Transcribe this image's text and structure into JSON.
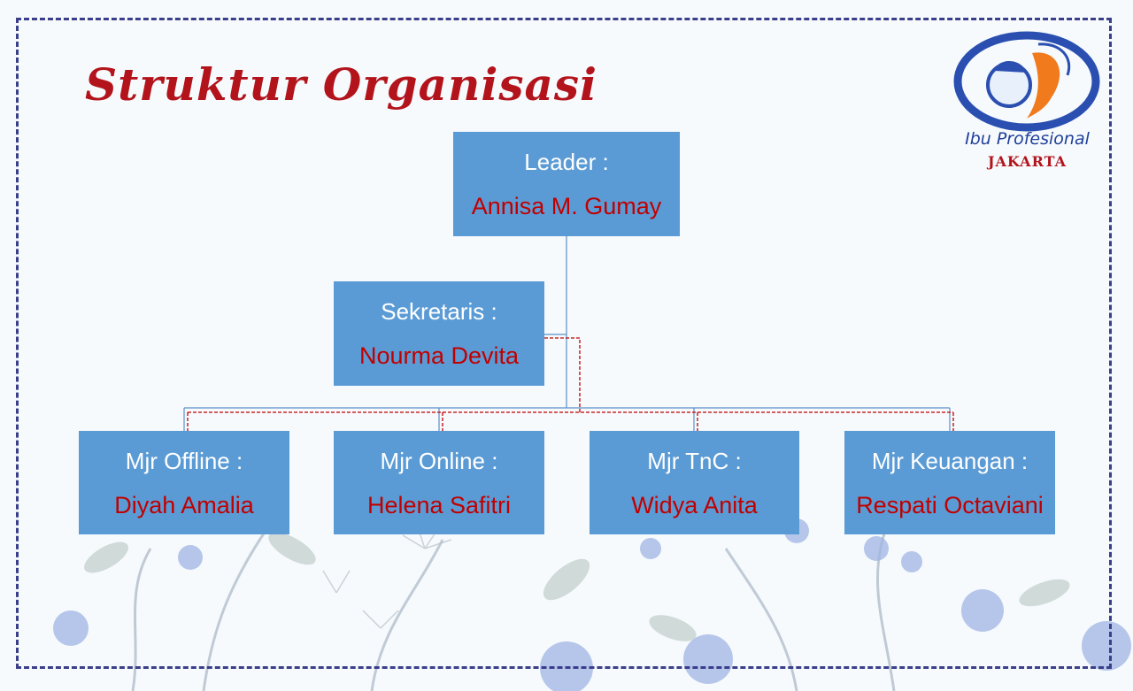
{
  "title": "Struktur Organisasi",
  "logo": {
    "name": "Ibu Profesional",
    "city": "JAKARTA"
  },
  "org_chart": {
    "leader": {
      "role": "Leader :",
      "name": "Annisa M. Gumay"
    },
    "secretary": {
      "role": "Sekretaris :",
      "name": "Nourma Devita"
    },
    "managers": [
      {
        "role": "Mjr Offline :",
        "name": "Diyah Amalia"
      },
      {
        "role": "Mjr Online :",
        "name": "Helena Safitri"
      },
      {
        "role": "Mjr TnC :",
        "name": "Widya Anita"
      },
      {
        "role": "Mjr Keuangan :",
        "name": "Respati Octaviani"
      }
    ]
  },
  "colors": {
    "box_fill": "#5b9bd5",
    "role_text": "#ffffff",
    "name_text": "#c00000",
    "title": "#b3141c",
    "frame": "#3b3f8a"
  }
}
